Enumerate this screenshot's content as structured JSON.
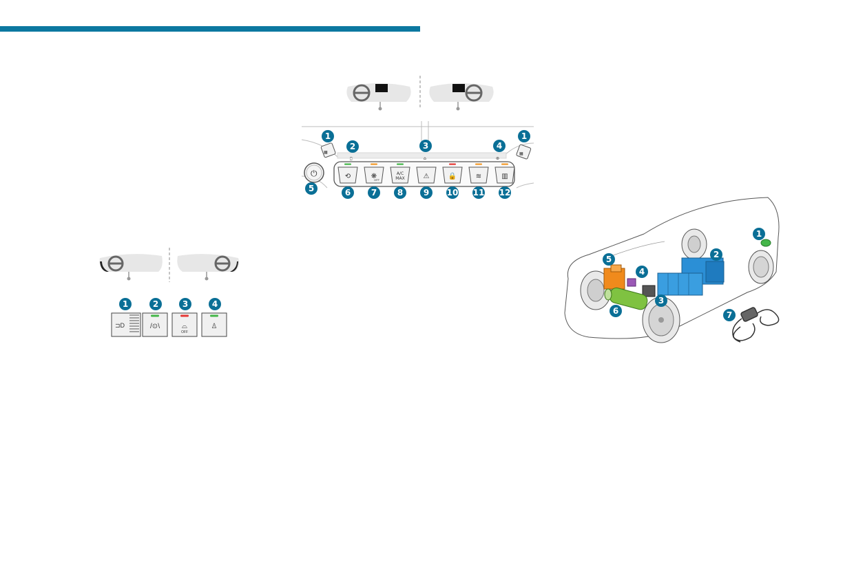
{
  "colors": {
    "accent": "#0c78a0",
    "callout": "#0a6f96",
    "led_green": "#44b649",
    "led_orange": "#f39a2b",
    "led_red": "#e53935",
    "battery_blue": "#2b8fd6",
    "engine_orange": "#f08a1c",
    "motor_green": "#7fc241",
    "converter_purple": "#9b59b6"
  },
  "console_panel": {
    "callouts": [
      "1",
      "2",
      "3",
      "4",
      "1",
      "5",
      "6",
      "7",
      "8",
      "9",
      "10",
      "11",
      "12"
    ],
    "button_labels": [
      "A/C",
      "MAX",
      "OFF"
    ],
    "icons": [
      "steering-wheel-icon",
      "seat-heater-icon",
      "power-icon",
      "recirculation-icon",
      "fan-off-icon",
      "ac-max-icon",
      "hazard-icon",
      "door-lock-icon",
      "front-defrost-icon",
      "rear-defrost-icon"
    ]
  },
  "overhead_panel": {
    "callouts": [
      "1",
      "2",
      "3",
      "4"
    ],
    "button_labels": [
      "OFF"
    ],
    "icons": [
      "headlamp-adjust-icon",
      "lane-keep-icon",
      "alarm-off-icon",
      "airbag-icon"
    ]
  },
  "car_diagram": {
    "callouts": [
      "1",
      "2",
      "3",
      "4",
      "5",
      "6",
      "7"
    ],
    "components": [
      "charging-socket",
      "traction-battery",
      "12v-battery",
      "converter",
      "engine",
      "electric-motor",
      "charging-cable"
    ]
  }
}
